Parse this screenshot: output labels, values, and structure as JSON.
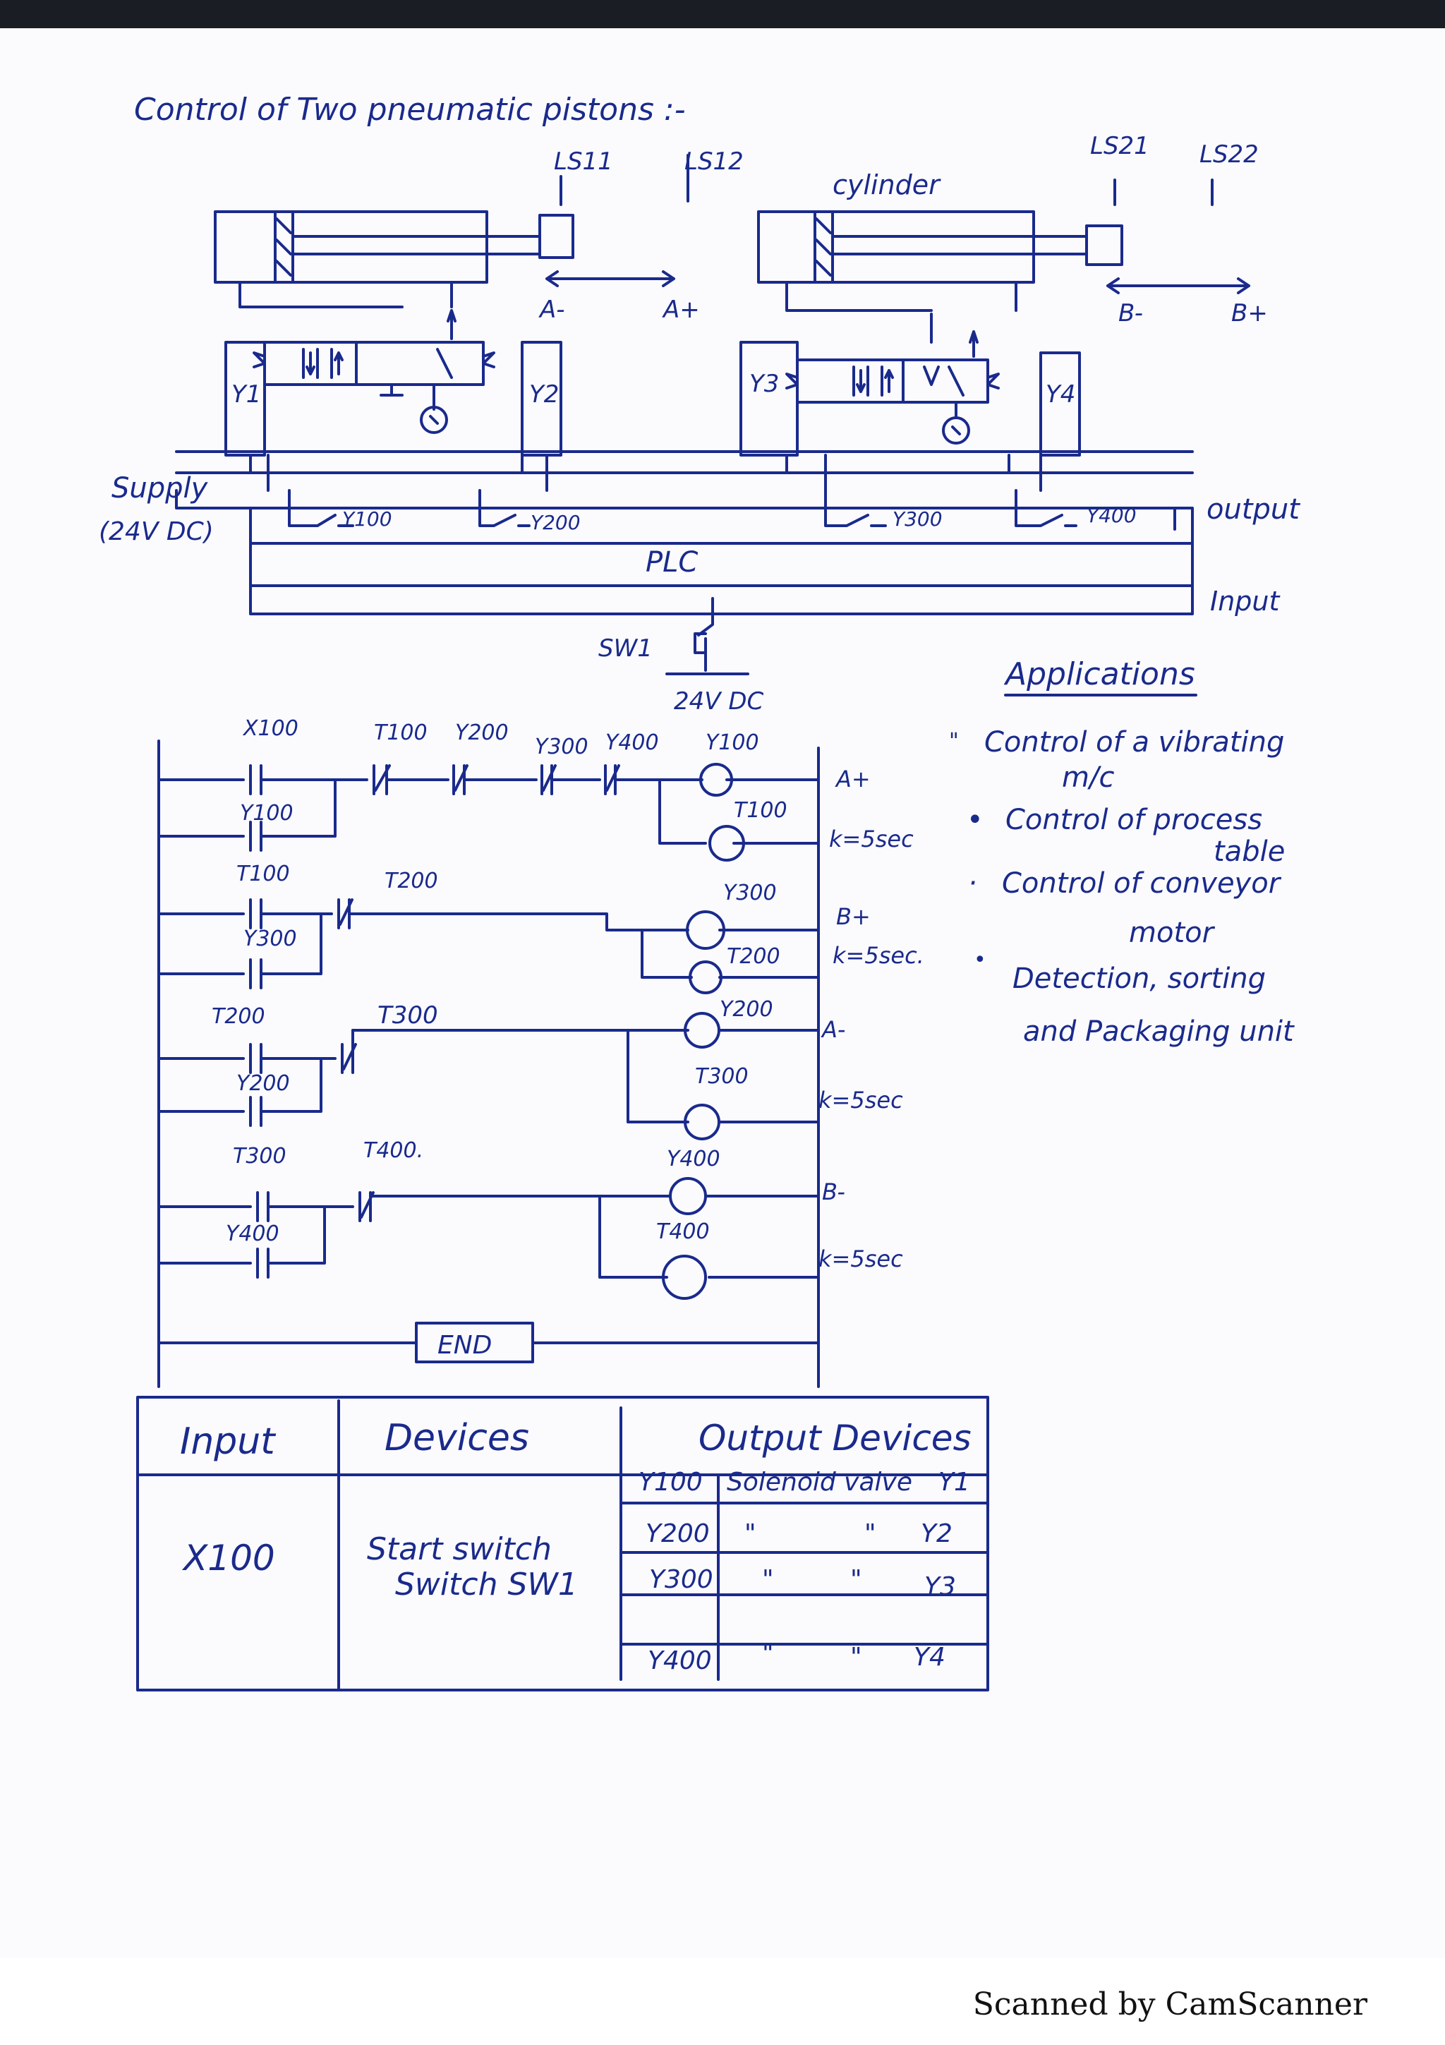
{
  "page_title": "Control of Two pneumatic pistons :-",
  "pneumatic": {
    "limit_switches": [
      "LS11",
      "LS12",
      "LS21",
      "LS22"
    ],
    "cylinder_label": "cylinder",
    "cyl1_dirs": [
      "A-",
      "A+"
    ],
    "cyl2_dirs": [
      "B-",
      "B+"
    ],
    "solenoids": [
      "Y1",
      "Y2",
      "Y3",
      "Y4"
    ]
  },
  "wiring": {
    "supply_line1": "Supply",
    "supply_line2": "(24V DC)",
    "outputs": [
      "Y100",
      "Y200",
      "Y300",
      "Y400"
    ],
    "plc_label": "PLC",
    "output_label": "output",
    "input_label": "Input",
    "switch_label": "SW1",
    "dc_label": "24V DC"
  },
  "applications": {
    "title": "Applications",
    "items": [
      [
        "Control of a vibrating",
        "m/c"
      ],
      [
        "Control of process",
        "table"
      ],
      [
        "Control of conveyor",
        "motor"
      ],
      [
        "Detection, sorting",
        "and Packaging unit"
      ]
    ]
  },
  "ladder": {
    "rung1": {
      "contact": "X100",
      "hold": "Y100",
      "nc": [
        "T100",
        "Y200",
        "Y300",
        "Y400"
      ],
      "coil": "Y100",
      "timer": "T100",
      "note1": "A+",
      "note2": "k=5sec"
    },
    "rung2": {
      "contact": "T100",
      "hold": "Y300",
      "nc": "T200",
      "coil": "Y300",
      "timer": "T200",
      "note1": "B+",
      "note2": "k=5sec."
    },
    "rung3": {
      "contact": "T200",
      "hold": "Y200",
      "nc": "T300",
      "coil": "Y200",
      "timer": "T300",
      "note1": "A-",
      "note2": "k=5sec"
    },
    "rung4": {
      "contact": "T300",
      "hold": "Y400",
      "nc": "T400.",
      "coil": "Y400",
      "timer": "T400",
      "note1": "B-",
      "note2": "k=5sec"
    },
    "end_label": "END"
  },
  "io_table": {
    "headers": [
      "Input",
      "Devices",
      "Output Devices"
    ],
    "input": "X100",
    "device_line1": "Start switch",
    "device_line2": "Switch SW1",
    "rows": [
      {
        "addr": "Y100",
        "desc": "Solenoid valve",
        "valve": "Y1"
      },
      {
        "addr": "Y200",
        "desc": "\"",
        "mark": "\"",
        "valve": "Y2"
      },
      {
        "addr": "Y300",
        "desc": "\"",
        "mark": "\"",
        "valve": "Y3"
      },
      {
        "addr": "Y400",
        "desc": "\"",
        "mark": "\"",
        "valve": "Y4"
      }
    ]
  },
  "footer": {
    "text": "Scanned by CamScanner"
  }
}
